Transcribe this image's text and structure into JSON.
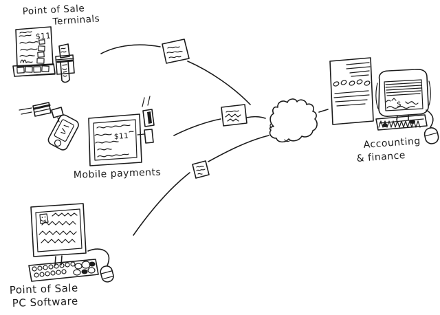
{
  "canvas": {
    "background": "#ffffff",
    "ink_color": "#1c1c1c"
  },
  "nodes": {
    "pos_terminals": {
      "label_line1": "Point of Sale",
      "label_line2": "Terminals",
      "screen_price": "$11"
    },
    "mobile_payments": {
      "label": "Mobile payments",
      "tablet_price": "$11"
    },
    "pos_pc_software": {
      "label_line1": "Point of Sale",
      "label_line2": "PC Software"
    },
    "accounting_finance": {
      "label_line1": "Accounting",
      "label_line2": "& finance",
      "monitor_symbol": "$"
    }
  }
}
